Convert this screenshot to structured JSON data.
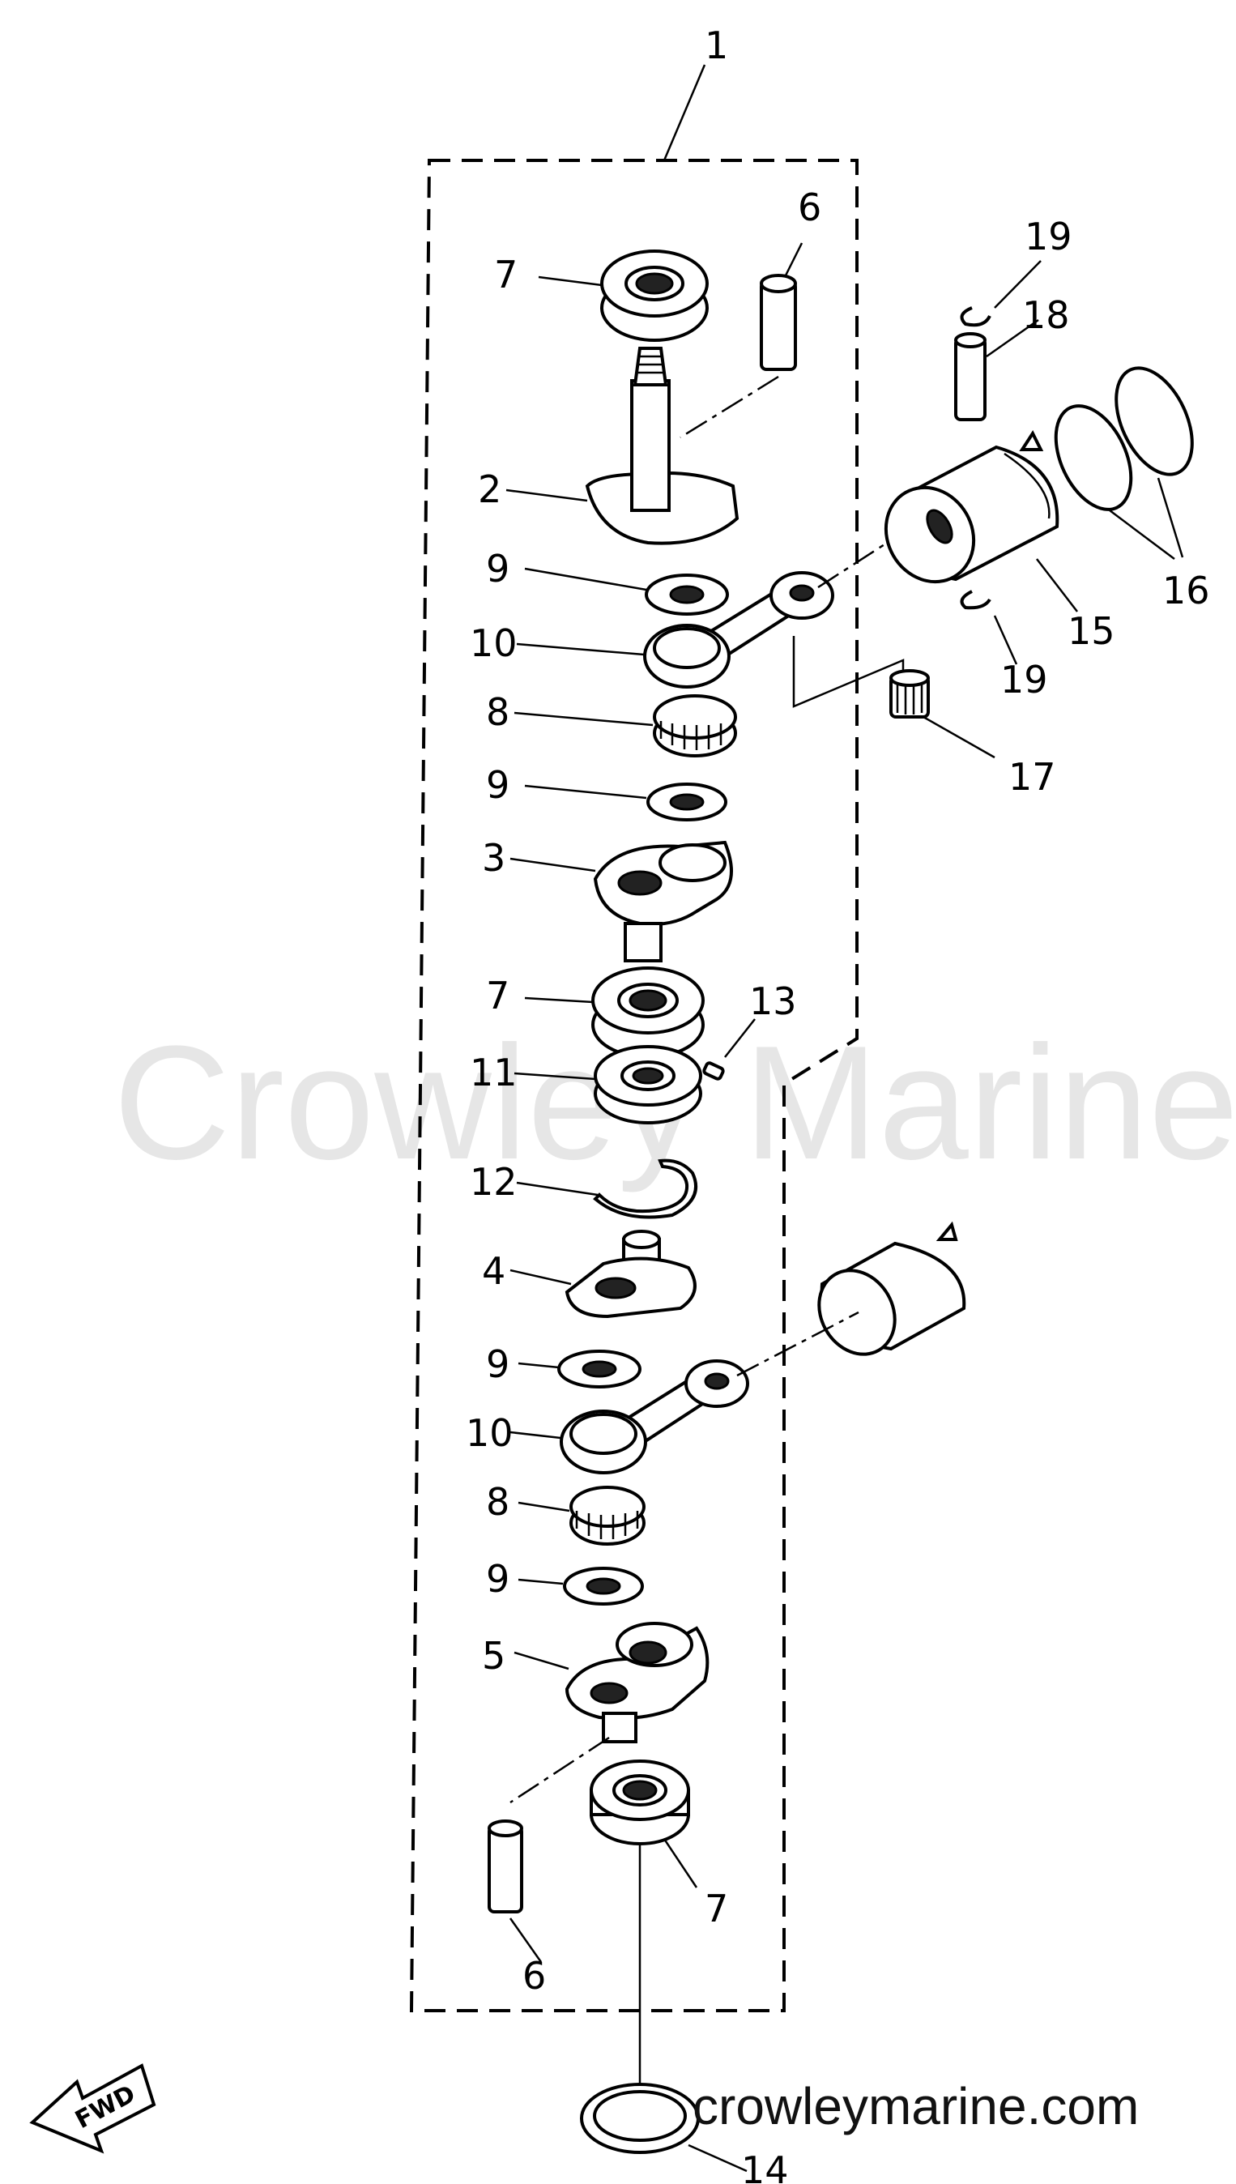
{
  "watermark_text": "Crowley Marine",
  "website_text": "crowleymarine.com",
  "forward_label": "FWD",
  "callouts": [
    {
      "id": "c1",
      "text": "1"
    },
    {
      "id": "c2",
      "text": "2"
    },
    {
      "id": "c3",
      "text": "3"
    },
    {
      "id": "c4",
      "text": "4"
    },
    {
      "id": "c5",
      "text": "5"
    },
    {
      "id": "c6a",
      "text": "6"
    },
    {
      "id": "c6b",
      "text": "6"
    },
    {
      "id": "c7a",
      "text": "7"
    },
    {
      "id": "c7b",
      "text": "7"
    },
    {
      "id": "c7c",
      "text": "7"
    },
    {
      "id": "c8a",
      "text": "8"
    },
    {
      "id": "c8b",
      "text": "8"
    },
    {
      "id": "c9a",
      "text": "9"
    },
    {
      "id": "c9b",
      "text": "9"
    },
    {
      "id": "c9c",
      "text": "9"
    },
    {
      "id": "c9d",
      "text": "9"
    },
    {
      "id": "c10a",
      "text": "10"
    },
    {
      "id": "c10b",
      "text": "10"
    },
    {
      "id": "c11",
      "text": "11"
    },
    {
      "id": "c12",
      "text": "12"
    },
    {
      "id": "c13",
      "text": "13"
    },
    {
      "id": "c14",
      "text": "14"
    },
    {
      "id": "c15",
      "text": "15"
    },
    {
      "id": "c16",
      "text": "16"
    },
    {
      "id": "c17",
      "text": "17"
    },
    {
      "id": "c18",
      "text": "18"
    },
    {
      "id": "c19a",
      "text": "19"
    },
    {
      "id": "c19b",
      "text": "19"
    }
  ]
}
